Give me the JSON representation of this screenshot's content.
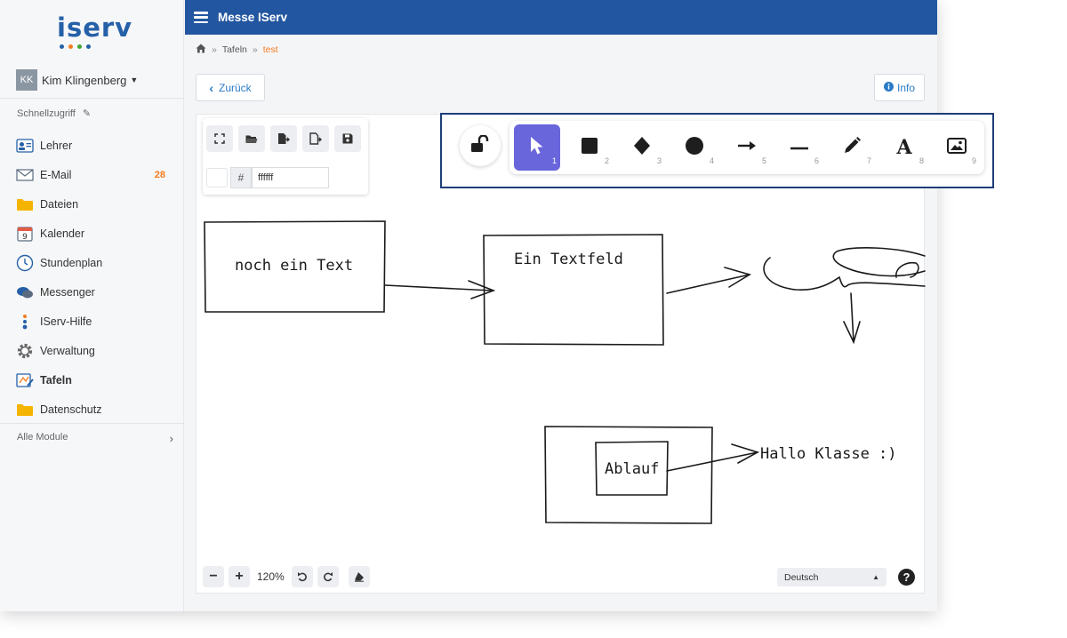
{
  "app": {
    "logo_text": "iserv",
    "title": "Messe IServ"
  },
  "user": {
    "initials": "KK",
    "name": "Kim Klingenberg"
  },
  "sidebar": {
    "quick_access_label": "Schnellzugriff",
    "items": [
      {
        "label": "Lehrer",
        "icon": "teacher-card-icon"
      },
      {
        "label": "E-Mail",
        "icon": "mail-icon",
        "badge": "28"
      },
      {
        "label": "Dateien",
        "icon": "folder-icon"
      },
      {
        "label": "Kalender",
        "icon": "calendar-icon"
      },
      {
        "label": "Stundenplan",
        "icon": "clock-icon"
      },
      {
        "label": "Messenger",
        "icon": "chat-bubbles-icon"
      },
      {
        "label": "IServ-Hilfe",
        "icon": "help-dots-icon"
      },
      {
        "label": "Verwaltung",
        "icon": "gear-icon"
      },
      {
        "label": "Tafeln",
        "icon": "whiteboard-icon",
        "active": true
      },
      {
        "label": "Datenschutz",
        "icon": "folder-icon"
      }
    ],
    "all_modules_label": "Alle Module"
  },
  "breadcrumb": {
    "items": [
      "Tafeln",
      "test"
    ]
  },
  "buttons": {
    "back": "Zurück",
    "info": "Info"
  },
  "color_panel": {
    "hash": "#",
    "hex_value": "ffffff"
  },
  "toolbar": {
    "tools": [
      {
        "name": "selection",
        "icon": "cursor-icon",
        "shortcut": "1",
        "active": true
      },
      {
        "name": "rectangle",
        "icon": "square-icon",
        "shortcut": "2"
      },
      {
        "name": "diamond",
        "icon": "diamond-icon",
        "shortcut": "3"
      },
      {
        "name": "ellipse",
        "icon": "circle-icon",
        "shortcut": "4"
      },
      {
        "name": "arrow",
        "icon": "arrow-icon",
        "shortcut": "5"
      },
      {
        "name": "line",
        "icon": "line-icon",
        "shortcut": "6"
      },
      {
        "name": "draw",
        "icon": "pencil-icon",
        "shortcut": "7"
      },
      {
        "name": "text",
        "icon": "text-icon",
        "shortcut": "8"
      },
      {
        "name": "image",
        "icon": "image-icon",
        "shortcut": "9"
      }
    ]
  },
  "canvas": {
    "texts": [
      "noch ein Text",
      "Ein Textfeld",
      "Ablauf",
      "Hallo Klasse :)"
    ]
  },
  "zoom": {
    "minus": "−",
    "plus": "+",
    "value": "120%"
  },
  "language": {
    "selected": "Deutsch"
  },
  "help_label": "?",
  "colors": {
    "brand_blue": "#2356a0",
    "accent_orange": "#f27c1e",
    "tool_active": "#6965db"
  }
}
